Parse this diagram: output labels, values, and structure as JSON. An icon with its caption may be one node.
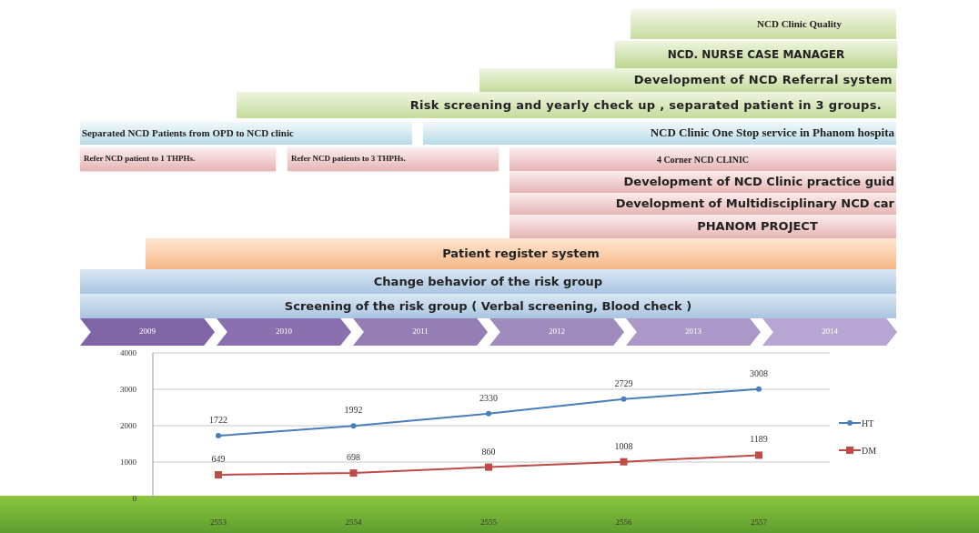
{
  "diagram": {
    "nodes": [
      {
        "text": [
          "NCD Clinic Quality"
        ]
      },
      {
        "text": [
          "NCD. NURSE CASE MANAGER"
        ]
      },
      {
        "text": [
          "Development of  NCD Referral system"
        ]
      },
      {
        "text": [
          "Risk screening and yearly check up  ,  separated patient  in 3 groups."
        ]
      },
      {
        "text": [
          "Separated  NCD Patients  from OPD   to NCD clinic"
        ]
      },
      {
        "text": [
          "NCD Clinic One Stop service in Phanom hospita"
        ]
      },
      {
        "text": [
          "Refer NCD patient to 1 THPHs."
        ]
      },
      {
        "text": [
          "Refer NCD patients to 3 THPHs."
        ]
      },
      {
        "text": [
          "4 Corner NCD CLINIC"
        ]
      },
      {
        "text": [
          "Development of  NCD Clinic practice guid"
        ]
      },
      {
        "text": [
          "Development of Multidisciplinary NCD car"
        ]
      },
      {
        "text": [
          "PHANOM PROJECT"
        ]
      },
      {
        "text": [
          "Patient register system"
        ]
      },
      {
        "text": [
          "Change behavior of the risk group"
        ]
      },
      {
        "text": [
          "Screening of the risk group ( Verbal screening, Blood check )"
        ]
      },
      {
        "text": [
          "2009"
        ]
      },
      {
        "text": [
          "2010"
        ]
      },
      {
        "text": [
          "2011"
        ]
      },
      {
        "text": [
          "2012"
        ]
      },
      {
        "text": [
          "2013"
        ]
      },
      {
        "text": [
          "2014"
        ]
      }
    ],
    "chart_data": {
      "type": "line",
      "categories": [
        "2553",
        "2554",
        "2555",
        "2556",
        "2557"
      ],
      "series": [
        {
          "name": "HT",
          "color": "#4a7ebb",
          "marker": "circle",
          "values": [
            1722,
            1992,
            2330,
            2729,
            3008
          ]
        },
        {
          "name": "DM",
          "color": "#be4b48",
          "marker": "square",
          "values": [
            649,
            698,
            860,
            1008,
            1189
          ]
        }
      ],
      "grid": true,
      "legend": "right",
      "ylim": [
        0,
        4000
      ],
      "yticks": [
        0,
        1000,
        2000,
        3000,
        4000
      ],
      "data_labels": true
    }
  }
}
